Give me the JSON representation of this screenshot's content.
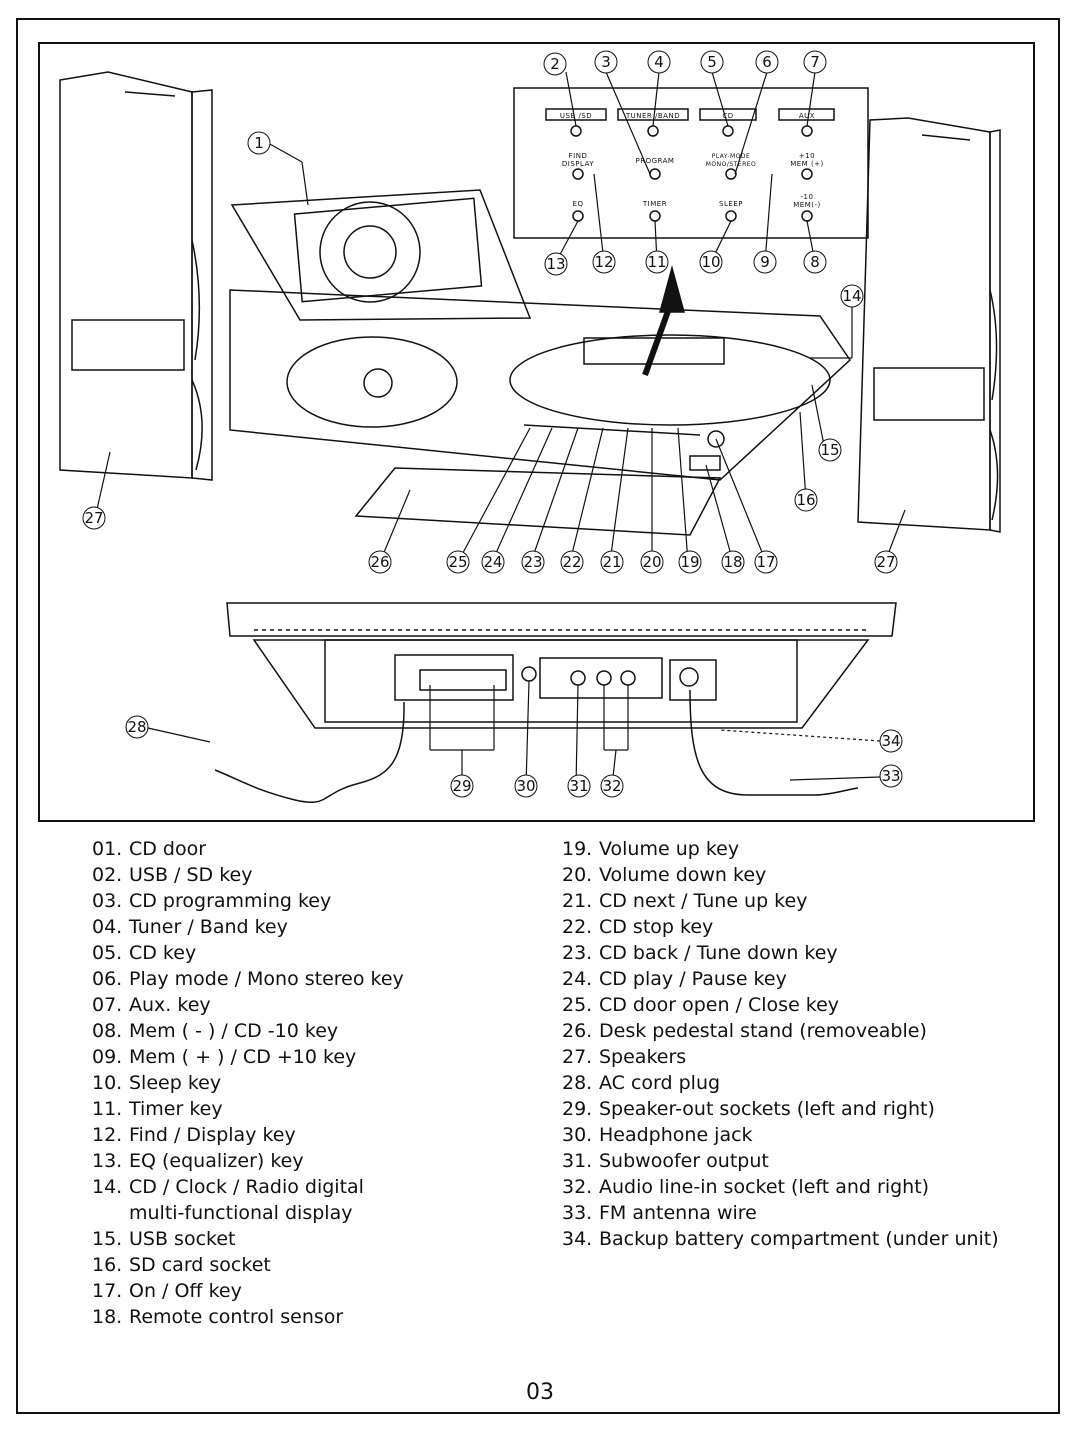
{
  "page_number": "03",
  "panel": {
    "buttons": [
      {
        "label": "USB /SD"
      },
      {
        "label": "TUNER /BAND"
      },
      {
        "label": "CD"
      },
      {
        "label": "AUX"
      },
      {
        "label": "FIND"
      },
      {
        "label": "DISPLAY"
      },
      {
        "label": "PROGRAM"
      },
      {
        "label": "PLAY-MODE"
      },
      {
        "label": "MONO/STEREO"
      },
      {
        "label": "+10"
      },
      {
        "label": "MEM (+)"
      },
      {
        "label": "EQ"
      },
      {
        "label": "TIMER"
      },
      {
        "label": "SLEEP"
      },
      {
        "label": "-10"
      },
      {
        "label": "MEM(-)"
      }
    ]
  },
  "callouts": [
    "1",
    "2",
    "3",
    "4",
    "5",
    "6",
    "7",
    "8",
    "9",
    "10",
    "11",
    "12",
    "13",
    "14",
    "15",
    "16",
    "17",
    "18",
    "19",
    "20",
    "21",
    "22",
    "23",
    "24",
    "25",
    "26",
    "27",
    "27",
    "28",
    "29",
    "30",
    "31",
    "32",
    "33",
    "34"
  ],
  "legend_left": [
    {
      "num": "01.",
      "text": "CD door"
    },
    {
      "num": "02.",
      "text": "USB / SD key"
    },
    {
      "num": "03.",
      "text": "CD programming key"
    },
    {
      "num": "04.",
      "text": "Tuner / Band key"
    },
    {
      "num": "05.",
      "text": "CD key"
    },
    {
      "num": "06.",
      "text": "Play mode / Mono stereo key"
    },
    {
      "num": "07.",
      "text": "Aux. key"
    },
    {
      "num": "08.",
      "text": "Mem ( - ) / CD -10 key"
    },
    {
      "num": "09.",
      "text": "Mem ( + ) / CD +10 key"
    },
    {
      "num": "10.",
      "text": "Sleep key"
    },
    {
      "num": "11.",
      "text": "Timer key"
    },
    {
      "num": "12.",
      "text": "Find / Display key"
    },
    {
      "num": "13.",
      "text": "EQ (equalizer) key"
    },
    {
      "num": "14.",
      "text": "CD / Clock / Radio digital"
    },
    {
      "num": "",
      "text": "multi-functional display"
    },
    {
      "num": "15.",
      "text": "USB socket"
    },
    {
      "num": "16.",
      "text": "SD card socket"
    },
    {
      "num": "17.",
      "text": "On / Off key"
    },
    {
      "num": "18.",
      "text": "Remote control sensor"
    }
  ],
  "legend_right": [
    {
      "num": "19.",
      "text": "Volume up key"
    },
    {
      "num": "20.",
      "text": "Volume down key"
    },
    {
      "num": "21.",
      "text": "CD next / Tune up key"
    },
    {
      "num": "22.",
      "text": "CD stop key"
    },
    {
      "num": "23.",
      "text": "CD back / Tune down key"
    },
    {
      "num": "24.",
      "text": "CD play / Pause key"
    },
    {
      "num": "25.",
      "text": "CD door open / Close key"
    },
    {
      "num": "26.",
      "text": "Desk pedestal stand (removeable)"
    },
    {
      "num": "27.",
      "text": "Speakers"
    },
    {
      "num": "28.",
      "text": "AC cord plug"
    },
    {
      "num": "29.",
      "text": "Speaker-out sockets (left and right)"
    },
    {
      "num": "30.",
      "text": "Headphone jack"
    },
    {
      "num": "31.",
      "text": "Subwoofer output"
    },
    {
      "num": "32.",
      "text": "Audio line-in socket (left and right)"
    },
    {
      "num": "33.",
      "text": "FM antenna wire"
    },
    {
      "num": "34.",
      "text": "Backup battery compartment (under unit)"
    }
  ]
}
